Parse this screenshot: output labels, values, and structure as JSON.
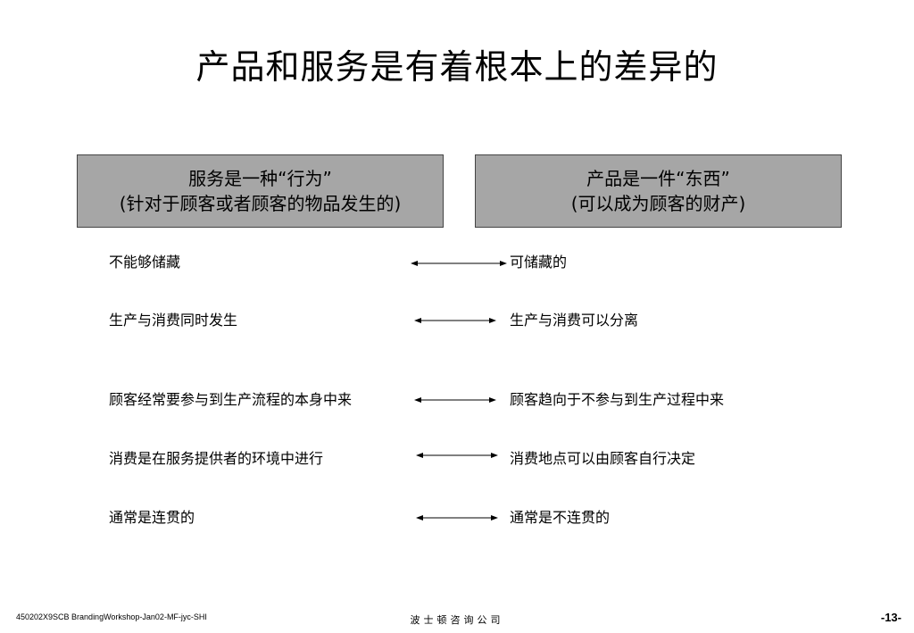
{
  "title": "产品和服务是有着根本上的差异的",
  "left_box": {
    "line1": "服务是一种“行为”",
    "line2": "(针对于顾客或者顾客的物品发生的)"
  },
  "right_box": {
    "line1": "产品是一件“东西”",
    "line2": "(可以成为顾客的财产)"
  },
  "rows": [
    {
      "left": "不能够储藏",
      "right": "可储藏的"
    },
    {
      "left": "生产与消费同时发生",
      "right": "生产与消费可以分离"
    },
    {
      "left": "顾客经常要参与到生产流程的本身中来",
      "right": "顾客趋向于不参与到生产过程中来"
    },
    {
      "left": "消费是在服务提供者的环境中进行",
      "right": "消费地点可以由顾客自行决定"
    },
    {
      "left": "通常是连贯的",
      "right": "通常是不连贯的"
    }
  ],
  "footer": {
    "left": "450202X9SCB BrandingWorkshop-Jan02-MF-jyc-SHI",
    "center": "波士顿咨询公司",
    "page": "-13-"
  }
}
